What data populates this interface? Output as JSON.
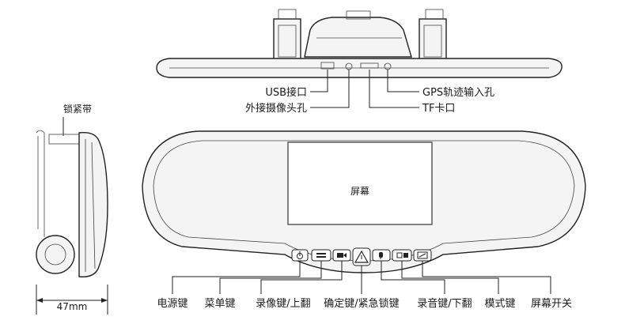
{
  "labels": {
    "strap": "锁紧带",
    "usb": "USB接口",
    "camera_port": "外接摄像头孔",
    "gps_port": "GPS轨迹输入孔",
    "tf_slot": "TF卡口",
    "screen": "屏幕",
    "dimension": "47mm"
  },
  "buttons": [
    {
      "label": "电源键",
      "icon": "power-icon"
    },
    {
      "label": "菜单键",
      "icon": "menu-icon"
    },
    {
      "label": "录像键/上翻",
      "icon": "record-icon"
    },
    {
      "label": "确定键/紧急锁键",
      "icon": "warning-triangle-icon"
    },
    {
      "label": "录音键/下翻",
      "icon": "mic-icon"
    },
    {
      "label": "模式键",
      "icon": "mode-icon"
    },
    {
      "label": "屏幕开关",
      "icon": "screen-toggle-icon"
    }
  ]
}
